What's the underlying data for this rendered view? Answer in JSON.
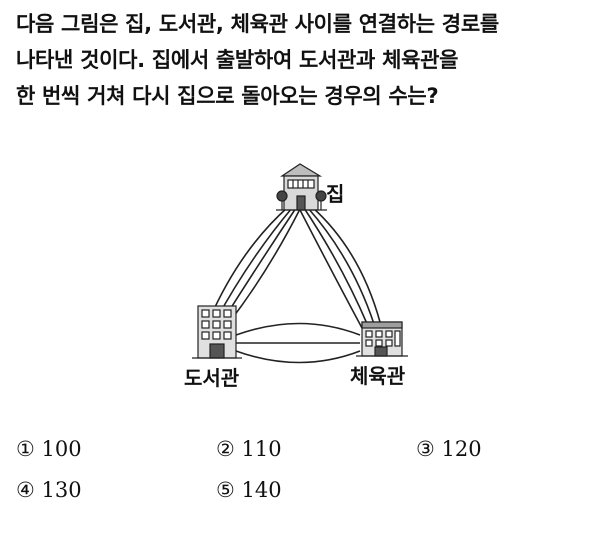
{
  "question": {
    "lines": [
      "다음 그림은 집, 도서관, 체육관 사이를 연결하는 경로를",
      "나타낸 것이다. 집에서 출발하여 도서관과 체육관을",
      "한 번씩 거쳐 다시 집으로 돌아오는 경우의 수는?"
    ]
  },
  "figure": {
    "labels": {
      "home": "집",
      "library": "도서관",
      "gym": "체육관"
    },
    "icons": {
      "home": "house-icon",
      "library": "library-building-icon",
      "gym": "gym-building-icon"
    }
  },
  "choices": [
    {
      "label": "① 100"
    },
    {
      "label": "② 110"
    },
    {
      "label": "③ 120"
    },
    {
      "label": "④ 130"
    },
    {
      "label": "⑤ 140"
    }
  ]
}
